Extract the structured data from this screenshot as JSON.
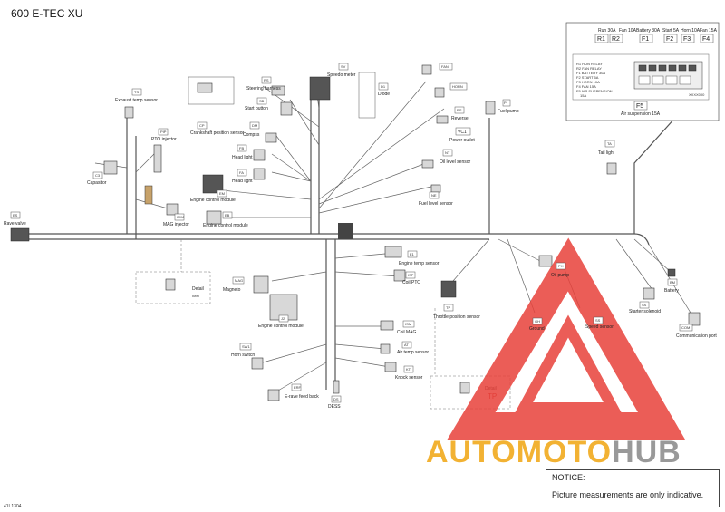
{
  "title": "600 E-TEC XU",
  "footer_code": "41L1304",
  "notice": {
    "heading": "NOTICE:",
    "text": "Picture measurements are only indicative."
  },
  "logo": {
    "part1": "AUTOMOTO",
    "part2": "HUB",
    "colors": {
      "triangle": "#e8413a",
      "text1": "#f2b233",
      "text2": "#999999"
    }
  },
  "fuse_box": {
    "fuses": [
      {
        "rating": "Run 30A",
        "id": "R1"
      },
      {
        "rating": "Fan 10A",
        "id": "R2"
      },
      {
        "rating": "Battery 30A",
        "id": "F1"
      },
      {
        "rating": "Start 5A",
        "id": "F2"
      },
      {
        "rating": "Horn 10A",
        "id": "F3"
      },
      {
        "rating": "Fan 15A",
        "id": "F4"
      }
    ],
    "legend": [
      "R1 RUN RELAY",
      "R2 FAN RELAY",
      "F1 BATTERY 30A",
      "F2 START 5A",
      "F3 HORN 10A",
      "F4 FAN 15A",
      "F5 AIR SUSPENSION",
      "15A"
    ],
    "bottom_fuse_id": "F5",
    "bottom_fuse_label": "Air suspension 15A",
    "part_code": "XXXX000"
  },
  "components": [
    {
      "code": "TS",
      "label": "Exhaust temp sensor"
    },
    {
      "code": "RS",
      "label": "Steering harness"
    },
    {
      "code": "SB",
      "label": "Start button"
    },
    {
      "code": "SV",
      "label": "Speedo meter"
    },
    {
      "code": "D1",
      "label": "Diode"
    },
    {
      "code": "FAN",
      "label": ""
    },
    {
      "code": "HORN",
      "label": ""
    },
    {
      "code": "RS",
      "label": "Reverse"
    },
    {
      "code": "VC1",
      "label": "Power outlet"
    },
    {
      "code": "PI",
      "label": "Fuel pump"
    },
    {
      "code": "NT",
      "label": "Oil level sensor"
    },
    {
      "code": "NE",
      "label": "Fuel level sensor"
    },
    {
      "code": "CP",
      "label": "Crankshaft position sensor"
    },
    {
      "code": "DM",
      "label": "Compss"
    },
    {
      "code": "FB",
      "label": "Head light"
    },
    {
      "code": "FA",
      "label": "Head light"
    },
    {
      "code": "PIP",
      "label": "PTO injector"
    },
    {
      "code": "C3",
      "label": "Capasitor"
    },
    {
      "code": "EM",
      "label": "Engine control module"
    },
    {
      "code": "EB",
      "label": "Engine control module"
    },
    {
      "code": "IMM",
      "label": "MAG injector"
    },
    {
      "code": "ES",
      "label": "Rave valve"
    },
    {
      "code": "TA",
      "label": "Tail light"
    },
    {
      "code": "E1",
      "label": "Engine temp sensor"
    },
    {
      "code": "ISP",
      "label": "Coil PTO"
    },
    {
      "code": "MAG",
      "label": "Magneto"
    },
    {
      "code": "J2",
      "label": "Engine control module"
    },
    {
      "code": "TP",
      "label": "Throttle position sensor"
    },
    {
      "code": "PH",
      "label": "Oil pump"
    },
    {
      "code": "SS",
      "label": "Starter solenoid"
    },
    {
      "code": "BM",
      "label": "Battery"
    },
    {
      "code": "GH",
      "label": "Ground"
    },
    {
      "code": "SS",
      "label": "Speed sensor"
    },
    {
      "code": "COM",
      "label": "Communication port"
    },
    {
      "code": "ISM",
      "label": "Coil MAG"
    },
    {
      "code": "AT",
      "label": "Air temp sensor"
    },
    {
      "code": "SW1",
      "label": "Horn switch"
    },
    {
      "code": "KT",
      "label": "Knock sensor"
    },
    {
      "code": "ERF",
      "label": "E-rave feed back"
    },
    {
      "code": "DS",
      "label": "DESS"
    }
  ],
  "details": [
    {
      "label": "Detail",
      "ref": "IMM"
    },
    {
      "label": "Detail",
      "ref": "TP"
    }
  ]
}
